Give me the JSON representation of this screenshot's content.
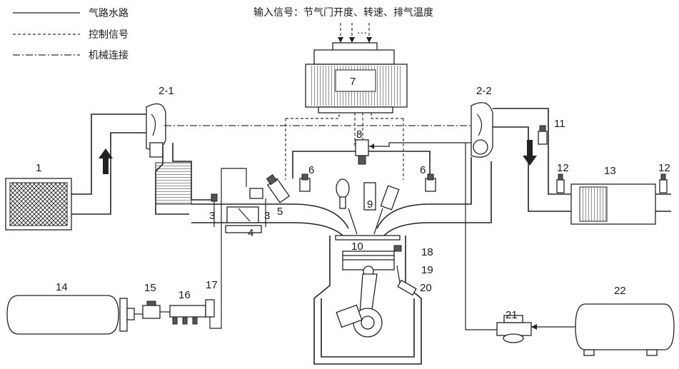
{
  "legend": {
    "gas_water_path": "气路水路",
    "control_signal": "控制信号",
    "mechanical_link": "机械连接"
  },
  "input_signal": "输入信号：节气门开度、转速、排气温度",
  "labels": {
    "l1": "1",
    "l2_1": "2-1",
    "l2_2": "2-2",
    "l3a": "3",
    "l3b": "3",
    "l4": "4",
    "l5": "5",
    "l6a": "6",
    "l6b": "6",
    "l7": "7",
    "l8": "8",
    "l9": "9",
    "l10": "10",
    "l11": "11",
    "l12a": "12",
    "l12b": "12",
    "l13": "13",
    "l14": "14",
    "l15": "15",
    "l16": "16",
    "l17": "17",
    "l18": "18",
    "l19": "19",
    "l20": "20",
    "l21": "21",
    "l22": "22"
  },
  "icons": {
    "intake_arrow": "up-arrow-icon",
    "exhaust_arrow": "down-arrow-icon"
  },
  "colors": {
    "line": "#222222",
    "fill_dark": "#555555"
  }
}
